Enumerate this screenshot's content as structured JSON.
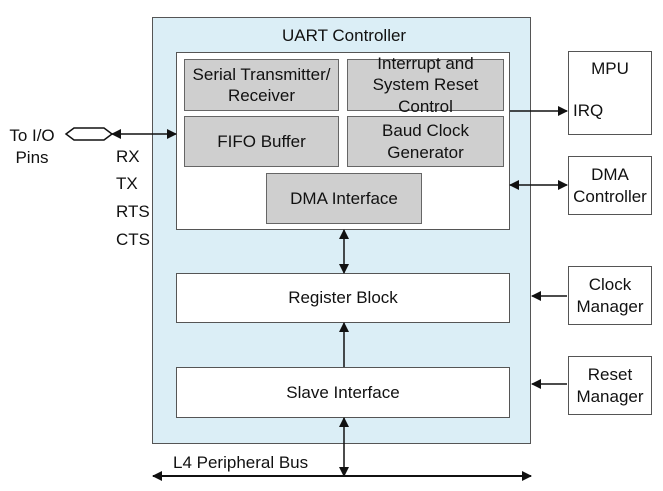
{
  "uart_controller": {
    "title": "UART Controller",
    "serial_tx_rx": "Serial Transmitter/ Receiver",
    "interrupt_reset": "Interrupt and System Reset Control",
    "fifo_buffer": "FIFO Buffer",
    "baud_clock": "Baud Clock Generator",
    "dma_interface": "DMA Interface",
    "register_block": "Register Block",
    "slave_interface": "Slave Interface"
  },
  "external": {
    "mpu": "MPU",
    "irq": "IRQ",
    "dma_controller": "DMA Controller",
    "clock_manager": "Clock Manager",
    "reset_manager": "Reset Manager",
    "io_pins": "To I/O Pins",
    "signals": [
      "RX",
      "TX",
      "RTS",
      "CTS"
    ],
    "bus": "L4 Peripheral Bus"
  }
}
